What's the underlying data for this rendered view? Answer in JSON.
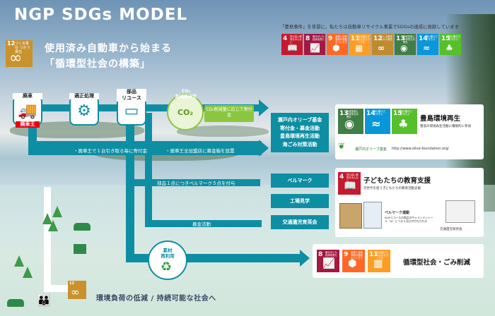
{
  "title": "NGP SDGs MODEL",
  "goal12_badge": {
    "number": "12",
    "text": "つくる責任 つかう責任"
  },
  "headline": {
    "line1": "使用済み自動車から始まる",
    "line2": "「循環型社会の構築」"
  },
  "tagline": "「豊島事件」を背景に、私たちは自動車リサイクル事業でSDGsの達成に貢献しています",
  "sdg_tiles": [
    {
      "number": "4",
      "label": "質の高い教育をみんなに",
      "color": "#c5192d",
      "glyph": "📖"
    },
    {
      "number": "8",
      "label": "働きがいも経済成長も",
      "color": "#a21942",
      "glyph": "📈"
    },
    {
      "number": "9",
      "label": "産業と技術革新の基盤をつくろう",
      "color": "#fd6925",
      "glyph": "⬢"
    },
    {
      "number": "11",
      "label": "住み続けられるまちづくりを",
      "color": "#fd9d24",
      "glyph": "▦"
    },
    {
      "number": "12",
      "label": "つくる責任つかう責任",
      "color": "#bf8b2e",
      "glyph": "∞"
    },
    {
      "number": "13",
      "label": "気候変動に具体的な対策を",
      "color": "#3f7e44",
      "glyph": "◉"
    },
    {
      "number": "14",
      "label": "海の豊かさを守ろう",
      "color": "#0a97d9",
      "glyph": "≈"
    },
    {
      "number": "15",
      "label": "陸の豊かさも守ろう",
      "color": "#56c02b",
      "glyph": "♣"
    }
  ],
  "nodes": {
    "haisha": "廃車",
    "haishaou": "廃車王",
    "tekisei": "適正処理",
    "buhin_line1": "部品",
    "buhin_line2": "リユース",
    "co2_line1": "CO₂",
    "co2_line2": "削減量研究",
    "co2_icon": "CO₂",
    "co2_note": "CO₂削減量に応じて寄付金"
  },
  "flow_notes": {
    "donation1": "・廃車王で１台引き取る毎に寄付金",
    "donation2": "・廃車王全加盟店に募金箱を設置",
    "bellmark_note": "部品１点につきベルマーク５点を付与",
    "bokin": "募金活動"
  },
  "olive": {
    "activities": [
      "瀬戸内オリーブ基金",
      "寄付金・募金活動",
      "豊島環境再生活動",
      "海ごみ対策活動"
    ],
    "goals": [
      {
        "number": "13",
        "label": "気候変動に具体的な対策を",
        "color": "#3f7e44",
        "glyph": "◉"
      },
      {
        "number": "14",
        "label": "海の豊かさを守ろう",
        "color": "#0a97d9",
        "glyph": "≈"
      },
      {
        "number": "15",
        "label": "陸の豊かさも守ろう",
        "color": "#56c02b",
        "glyph": "♣"
      }
    ],
    "title": "豊島環境再生",
    "subtitle": "豊島の環境再生活動に積極的に参加",
    "org_name": "瀬戸内オリーブ基金",
    "url": "http://www.olive-foundation.org/"
  },
  "education": {
    "items": [
      "ベルマーク",
      "工場見学",
      "交通遺児育英会"
    ],
    "goal": {
      "number": "4",
      "label": "質の高い教育をみんなに",
      "color": "#c5192d",
      "glyph": "📖"
    },
    "title": "子どもたちの教育支援",
    "subtitle": "次世代を担う子どもたちの教育活動支援",
    "bellmark_title": "ベルマーク運動",
    "bellmark_desc": "NGPリユースの商品のギャランティシール（※）につき５点分が付与される",
    "kotsu_caption": "交通遺児育英会"
  },
  "recycle": {
    "label_line1": "素材",
    "label_line2": "再利用",
    "glyph": "♻",
    "goals": [
      {
        "number": "8",
        "label": "働きがいも経済成長も",
        "color": "#a21942",
        "glyph": "📈"
      },
      {
        "number": "9",
        "label": "産業と技術革新の基盤をつくろう",
        "color": "#fd6925",
        "glyph": "⬢"
      },
      {
        "number": "11",
        "label": "住み続けられるまちづくりを",
        "color": "#fd9d24",
        "glyph": "▦"
      }
    ],
    "title": "循環型社会・ごみ削減"
  },
  "bottom": {
    "text": "環境負荷の低減 / 持続可能な社会へ",
    "badge_number": "12",
    "badge_text": "つくる責任 つかう責任"
  },
  "colors": {
    "flow": "#0e8ea3",
    "accent_green": "#8cc63f",
    "goal12": "#c9922d"
  }
}
